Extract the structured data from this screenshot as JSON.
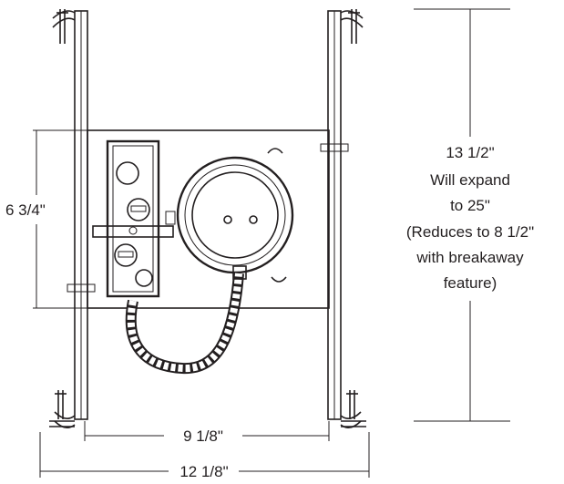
{
  "dimensions": {
    "height_label": "6 3/4\"",
    "inner_width_label": "9 1/8\"",
    "outer_width_label": "12 1/8\"",
    "right_label_lines": [
      "13 1/2\"",
      "Will expand",
      "to 25\"",
      "(Reduces to 8 1/2\"",
      "with breakaway",
      "feature)"
    ]
  },
  "colors": {
    "ink": "#231f20",
    "plate": "#d8d8d8",
    "background": "#ffffff"
  }
}
